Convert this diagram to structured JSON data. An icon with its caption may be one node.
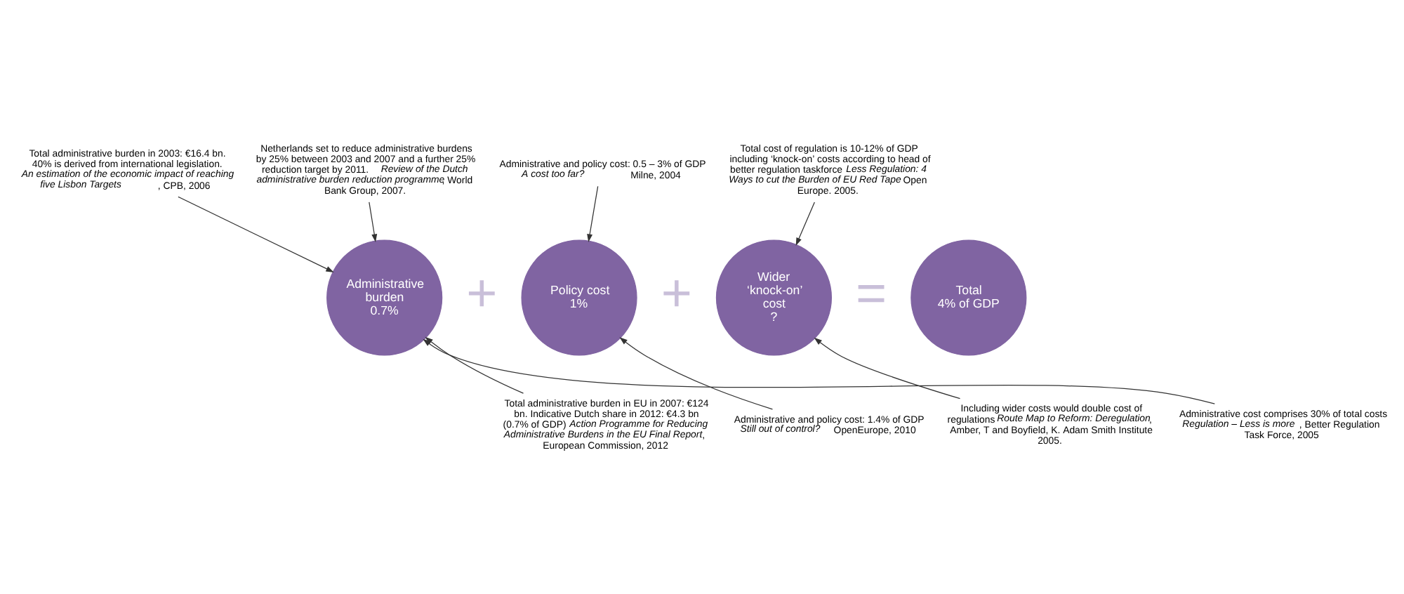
{
  "diagram": {
    "nodes": [
      {
        "text": [
          "Administrative burden",
          "0.7%"
        ]
      },
      {
        "text": [
          "Policy cost",
          "1%"
        ]
      },
      {
        "text": [
          "Wider ‘knock-on’ cost",
          "?"
        ]
      },
      {
        "text": [
          "Total",
          "4% of GDP"
        ]
      },
      {
        "text": [
          "Total administrative burden in 2003: €16.4 bn. 40% is derived from international legislation. *An estimation of the economic impact of reaching five Lisbon Targets*, CPB, 2006"
        ]
      },
      {
        "text": [
          "Netherlands set to reduce administrative burdens by 25% between 2003 and 2007 and a further 25% reduction target by 2011. *Review of the Dutch administrative burden reduction programme*, World Bank Group, 2007."
        ]
      },
      {
        "text": [
          "Administrative and policy cost: 0.5 – 3% of GDP *A cost too far?* Milne, 2004"
        ]
      },
      {
        "text": [
          "Total cost of regulation is 10-12% of GDP including ‘knock-on’ costs according to head of better regulation taskforce *Less Regulation: 4 Ways to cut the Burden of EU Red Tape* Open Europe. 2005."
        ]
      },
      {
        "text": [
          "Total administrative burden in EU in 2007: €124 bn. Indicative Dutch share in 2012: €4.3 bn (0.7% of GDP) *Action Programme for Reducing Administrative Burdens in the EU Final Report*, European Commission, 2012"
        ]
      },
      {
        "text": [
          "Administrative cost comprises 30% of total costs *Regulation – Less is more*, Better Regulation Task Force, 2005"
        ]
      },
      {
        "text": [
          "Administrative and policy cost: 1.4% of GDP *Still out of control?* OpenEurope, 2010"
        ]
      },
      {
        "text": [
          "Including wider costs would double cost of regulations *Route Map to Reform: Deregulation*, Amber, T and Boyfield, K. Adam Smith Institute 2005."
        ]
      }
    ],
    "edges": [
      {
        "from": 4,
        "to": 0,
        "arrow": "to"
      },
      {
        "from": 5,
        "to": 0,
        "arrow": "to"
      },
      {
        "from": 6,
        "to": 1,
        "arrow": "to"
      },
      {
        "from": 7,
        "to": 2,
        "arrow": "to"
      },
      {
        "from": 8,
        "to": 0,
        "arrow": "to"
      },
      {
        "from": 9,
        "to": 0,
        "arrow": "to"
      },
      {
        "from": 10,
        "to": 1,
        "arrow": "to"
      },
      {
        "from": 11,
        "to": 2,
        "arrow": "to"
      }
    ],
    "labels": [
      "+",
      "+",
      "="
    ]
  }
}
